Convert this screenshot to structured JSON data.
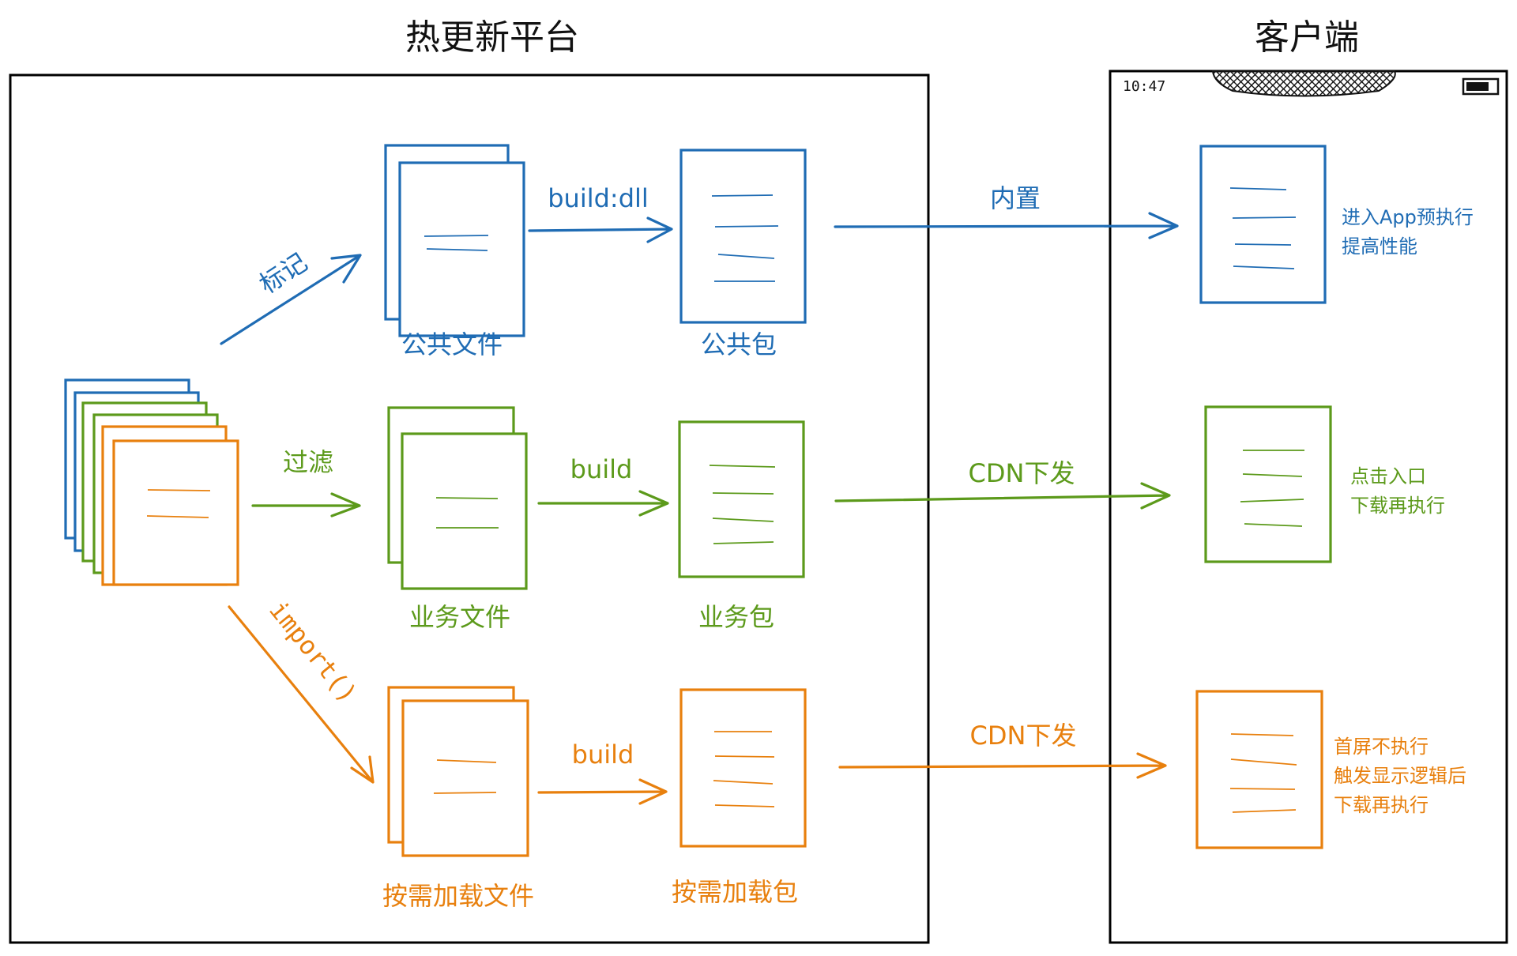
{
  "titles": {
    "platform": "热更新平台",
    "client": "客户端"
  },
  "colors": {
    "common": "#1f6cb4",
    "business": "#5c9a1b",
    "lazy": "#e8800e"
  },
  "phone": {
    "time": "10:47",
    "icons": [
      "notch-icon",
      "battery-icon"
    ]
  },
  "source": {
    "label": "",
    "edges": {
      "common": "标记",
      "business": "过滤",
      "lazy": "import()"
    }
  },
  "rows": {
    "common": {
      "files_label": "公共文件",
      "build_label": "build:dll",
      "package_label": "公共包",
      "deliver_label": "内置",
      "client_note": [
        "进入App预执行",
        "提高性能"
      ]
    },
    "business": {
      "files_label": "业务文件",
      "build_label": "build",
      "package_label": "业务包",
      "deliver_label": "CDN下发",
      "client_note": [
        "点击入口",
        "下载再执行"
      ]
    },
    "lazy": {
      "files_label": "按需加载文件",
      "build_label": "build",
      "package_label": "按需加载包",
      "deliver_label": "CDN下发",
      "client_note": [
        "首屏不执行",
        "触发显示逻辑后",
        "下载再执行"
      ]
    }
  }
}
